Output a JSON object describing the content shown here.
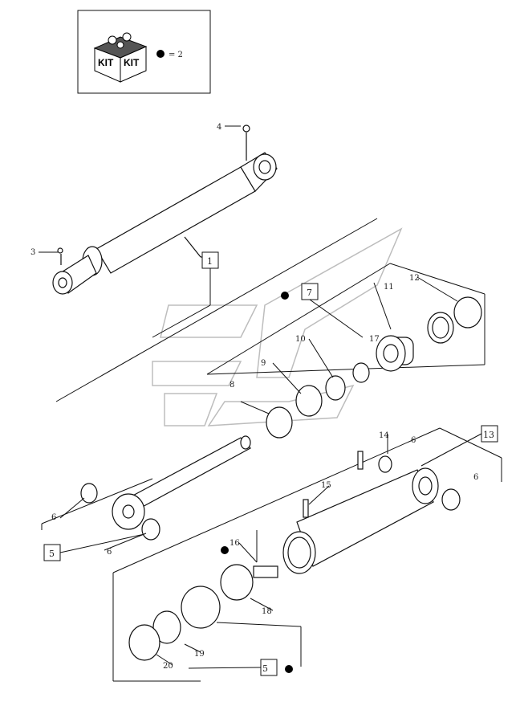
{
  "kit_box": {
    "kit_left": "KIT",
    "kit_right": "KIT",
    "legend_text": "= 2"
  },
  "callouts": {
    "c1": "1",
    "c3": "3",
    "c4": "4",
    "c5": "5",
    "c6a": "6",
    "c6b": "6",
    "c6c": "6",
    "c6d": "6",
    "c7": "7",
    "c8": "8",
    "c9": "9",
    "c10": "10",
    "c11": "11",
    "c12": "12",
    "c13": "13",
    "c14": "14",
    "c15": "15",
    "c16": "16",
    "c17": "17",
    "c18": "18",
    "c19": "19",
    "c20": "20"
  },
  "colors": {
    "line": "#111111",
    "watermark": "#bdbdbd"
  }
}
